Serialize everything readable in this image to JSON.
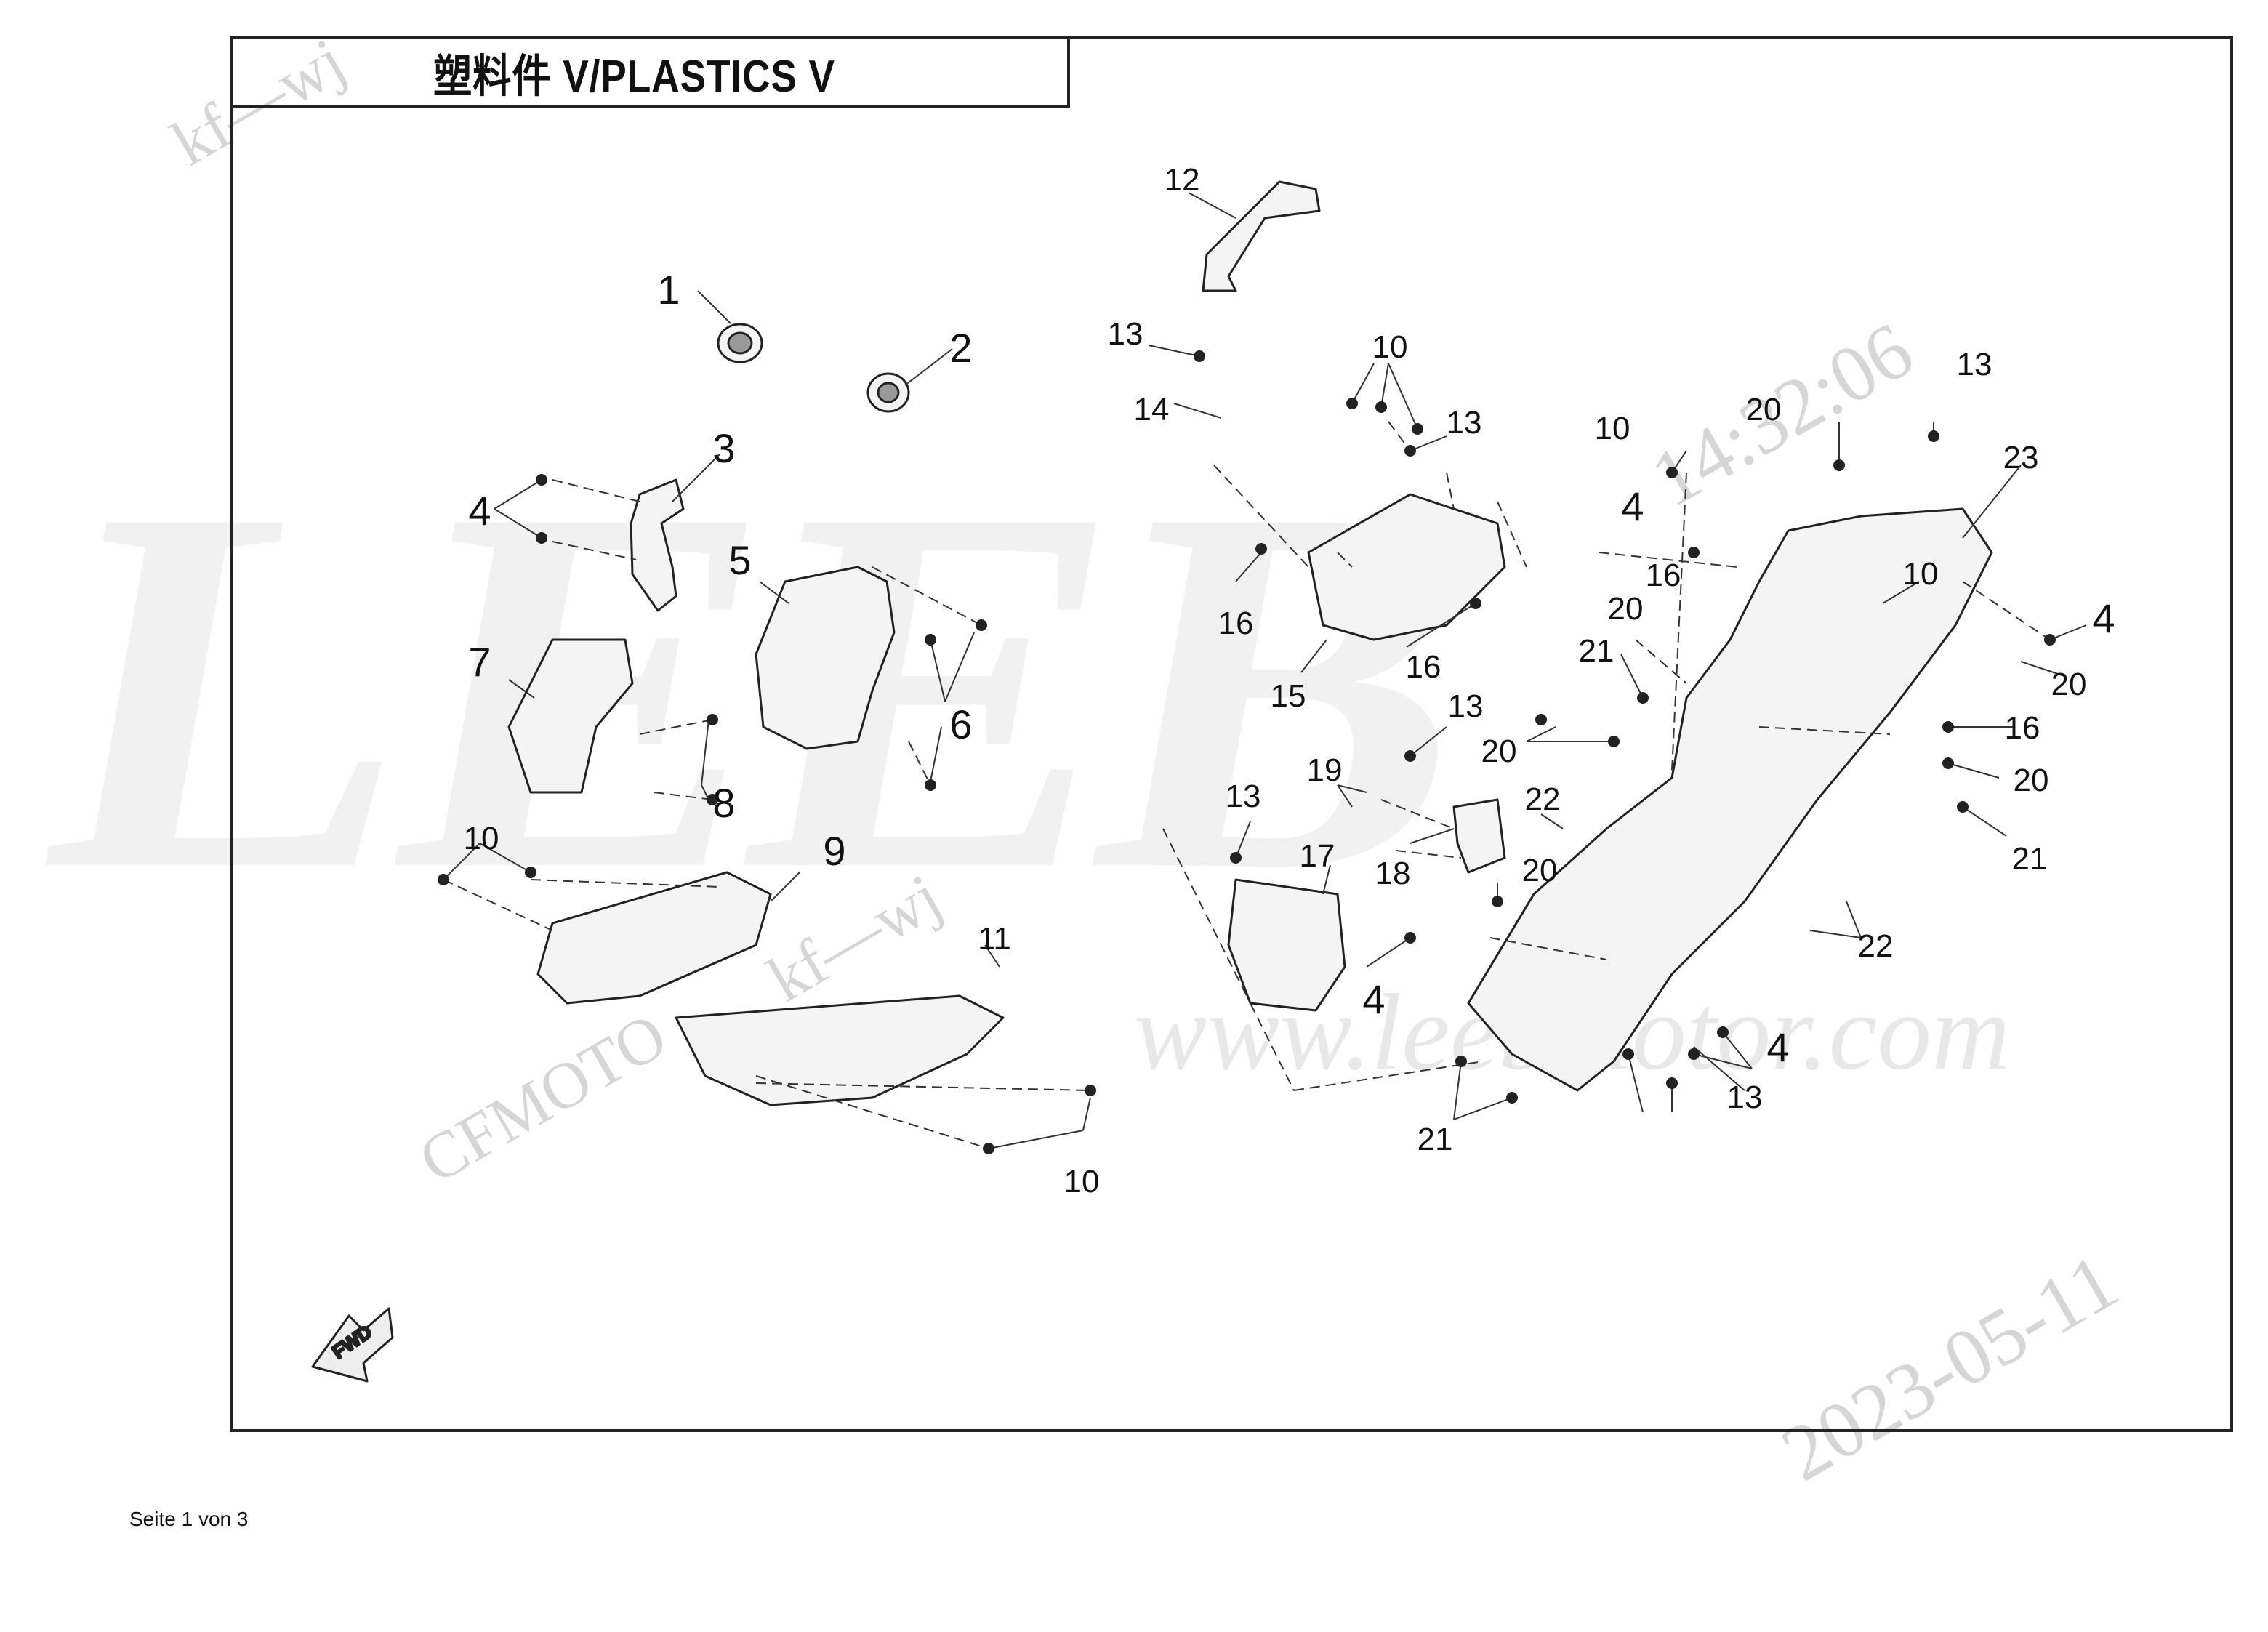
{
  "page": {
    "title": "塑料件 V/PLASTICS V",
    "footer": "Seite 1 von 3"
  },
  "watermarks": {
    "brand_large": "LEEB",
    "site": "www.leebmotor.com",
    "maker": "CFMOTO",
    "user_stamp": "kf—wj",
    "date_stamp": "2023-05-11",
    "time_stamp": "14:32:06"
  },
  "orientation_badge": {
    "label": "FWD",
    "icon": "fwd-arrow-icon"
  },
  "callouts": [
    {
      "label": "1"
    },
    {
      "label": "2"
    },
    {
      "label": "3"
    },
    {
      "label": "4"
    },
    {
      "label": "5"
    },
    {
      "label": "6"
    },
    {
      "label": "7"
    },
    {
      "label": "8"
    },
    {
      "label": "9"
    },
    {
      "label": "10"
    },
    {
      "label": "11"
    },
    {
      "label": "10"
    },
    {
      "label": "12"
    },
    {
      "label": "13"
    },
    {
      "label": "14"
    },
    {
      "label": "10"
    },
    {
      "label": "13"
    },
    {
      "label": "16"
    },
    {
      "label": "15"
    },
    {
      "label": "16"
    },
    {
      "label": "13"
    },
    {
      "label": "19"
    },
    {
      "label": "18"
    },
    {
      "label": "13"
    },
    {
      "label": "17"
    },
    {
      "label": "4"
    },
    {
      "label": "20"
    },
    {
      "label": "22"
    },
    {
      "label": "20"
    },
    {
      "label": "21"
    },
    {
      "label": "10"
    },
    {
      "label": "4"
    },
    {
      "label": "16"
    },
    {
      "label": "20"
    },
    {
      "label": "21"
    },
    {
      "label": "20"
    },
    {
      "label": "13"
    },
    {
      "label": "23"
    },
    {
      "label": "10"
    },
    {
      "label": "4"
    },
    {
      "label": "20"
    },
    {
      "label": "16"
    },
    {
      "label": "20"
    },
    {
      "label": "21"
    },
    {
      "label": "22"
    },
    {
      "label": "4"
    },
    {
      "label": "13"
    }
  ]
}
